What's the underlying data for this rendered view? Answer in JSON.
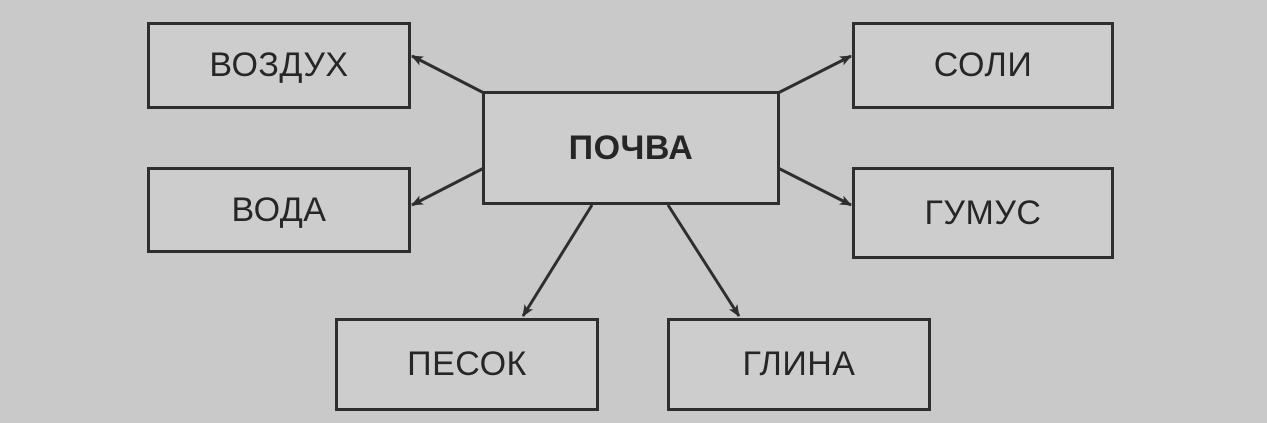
{
  "diagram": {
    "center": {
      "label": "ПОЧВА"
    },
    "nodes": [
      {
        "id": "air",
        "label": "ВОЗДУХ"
      },
      {
        "id": "salts",
        "label": "СОЛИ"
      },
      {
        "id": "water",
        "label": "ВОДА"
      },
      {
        "id": "humus",
        "label": "ГУМУС"
      },
      {
        "id": "sand",
        "label": "ПЕСОК"
      },
      {
        "id": "clay",
        "label": "ГЛИНА"
      }
    ],
    "edges": [
      {
        "from": "center",
        "to": "air"
      },
      {
        "from": "center",
        "to": "salts"
      },
      {
        "from": "center",
        "to": "water"
      },
      {
        "from": "center",
        "to": "humus"
      },
      {
        "from": "center",
        "to": "sand"
      },
      {
        "from": "center",
        "to": "clay"
      }
    ],
    "colors": {
      "line": "#2e2e2e",
      "background": "#c9c9c9"
    }
  }
}
